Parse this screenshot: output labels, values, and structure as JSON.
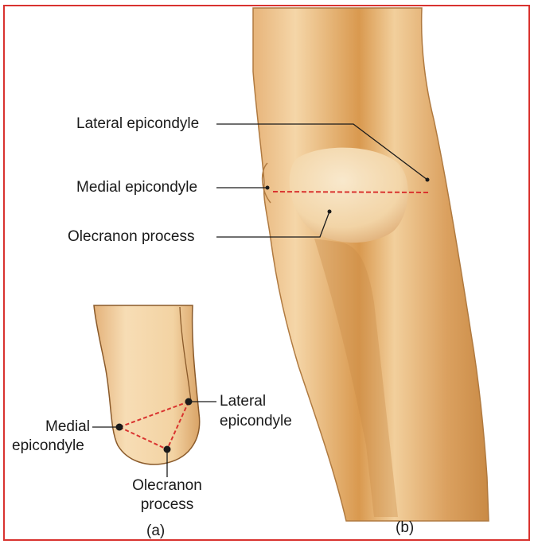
{
  "figure": {
    "panel_b": {
      "lateral_label": "Lateral epicondyle",
      "medial_label": "Medial epicondyle",
      "olecranon_label": "Olecranon process",
      "caption": "(b)"
    },
    "panel_a": {
      "medial_line1": "Medial",
      "medial_line2": "epicondyle",
      "lateral_line1": "Lateral",
      "lateral_line2": "epicondyle",
      "olecranon_line1": "Olecranon",
      "olecranon_line2": "process",
      "caption": "(a)"
    },
    "colors": {
      "frame": "#d9332f",
      "skin_light": "#f6ddb3",
      "skin_mid": "#e9be84",
      "skin_shadow": "#c98a45",
      "reference_line": "#d9332f",
      "leader": "#1a1a1a"
    }
  }
}
